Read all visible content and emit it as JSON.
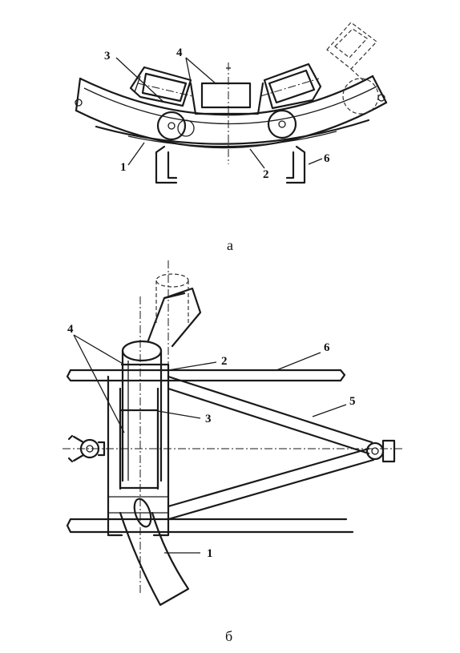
{
  "figure_a": {
    "caption": "а",
    "labels": {
      "l1": "1",
      "l2": "2",
      "l3": "3",
      "l4": "4",
      "l6": "6"
    }
  },
  "figure_b": {
    "caption": "б",
    "labels": {
      "l1": "1",
      "l2": "2",
      "l3": "3",
      "l4": "4",
      "l5": "5",
      "l6": "6"
    }
  }
}
